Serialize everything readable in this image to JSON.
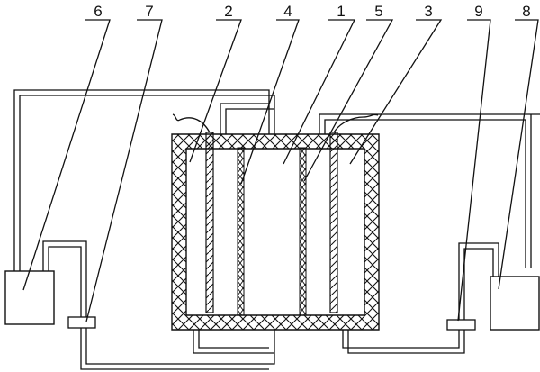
{
  "diagram": {
    "labels": {
      "l6": "6",
      "l7": "7",
      "l2": "2",
      "l4": "4",
      "l1": "1",
      "l5": "5",
      "l3": "3",
      "l9": "9",
      "l8": "8"
    },
    "colors": {
      "ink": "#111111",
      "background": "#ffffff"
    }
  }
}
